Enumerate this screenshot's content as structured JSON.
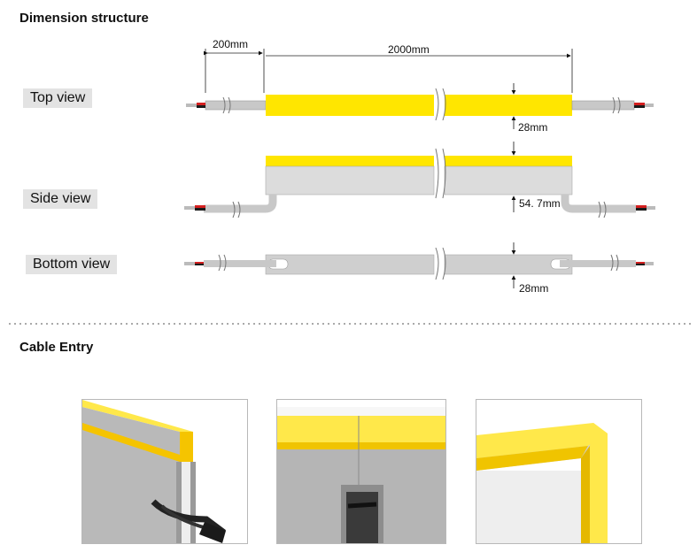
{
  "sections": {
    "dimension_title": "Dimension structure",
    "cable_title": "Cable Entry"
  },
  "views": {
    "top": "Top view",
    "side": "Side view",
    "bottom": "Bottom view"
  },
  "dimensions": {
    "lead_length": "200mm",
    "strip_length": "2000mm",
    "top_width": "28mm",
    "side_height": "54. 7mm",
    "bottom_width": "28mm"
  },
  "colors": {
    "yellow": "#ffe600",
    "body_gray": "#d9d9d9",
    "cable_gray": "#c8c8c8",
    "wire_red": "#d41f1f",
    "wire_black": "#1a1a1a"
  }
}
